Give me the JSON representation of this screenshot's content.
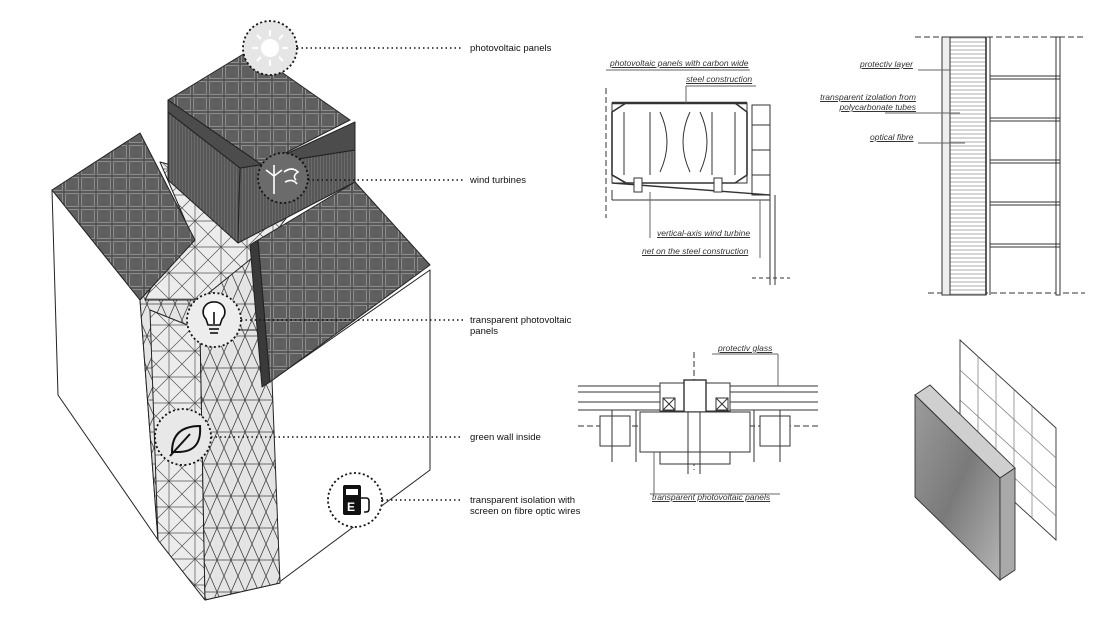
{
  "axonometric": {
    "callouts": [
      {
        "id": "pv",
        "text": "photovoltaic panels",
        "icon": "sun-icon"
      },
      {
        "id": "wind",
        "text": "wind turbines",
        "icon": "wind-turbine-icon"
      },
      {
        "id": "tpv",
        "line1": "transparent photovoltaic",
        "line2": "panels",
        "icon": "light-bulb-icon"
      },
      {
        "id": "green",
        "text": "green wall inside",
        "icon": "leaf-icon"
      },
      {
        "id": "iso",
        "line1": "transparent isolation with",
        "line2": "screen on fibre optic wires",
        "icon": "charging-station-icon"
      }
    ]
  },
  "details": {
    "roof_section": {
      "label_pv_carbon": "photovoltaic panels with carbon wide",
      "label_steel": "steel construction",
      "label_turbine": "vertical-axis wind turbine",
      "label_net": "net on the steel construction"
    },
    "wall_section": {
      "label_protectiv": "protectiv layer",
      "label_iso_line1": "transparent izolation from",
      "label_iso_line2": "polycarbonate tubes",
      "label_fibre": "optical fibre"
    },
    "glass_section": {
      "label_glass": "protectiv glass",
      "label_tpv": "transparent photovoltaic panels"
    }
  },
  "colors": {
    "panel_dark": "#5a5a5a",
    "panel_grid": "#9a9a9a",
    "glass_face": "#dcdcdc",
    "wall_face": "#ffffff",
    "outline": "#222222"
  }
}
